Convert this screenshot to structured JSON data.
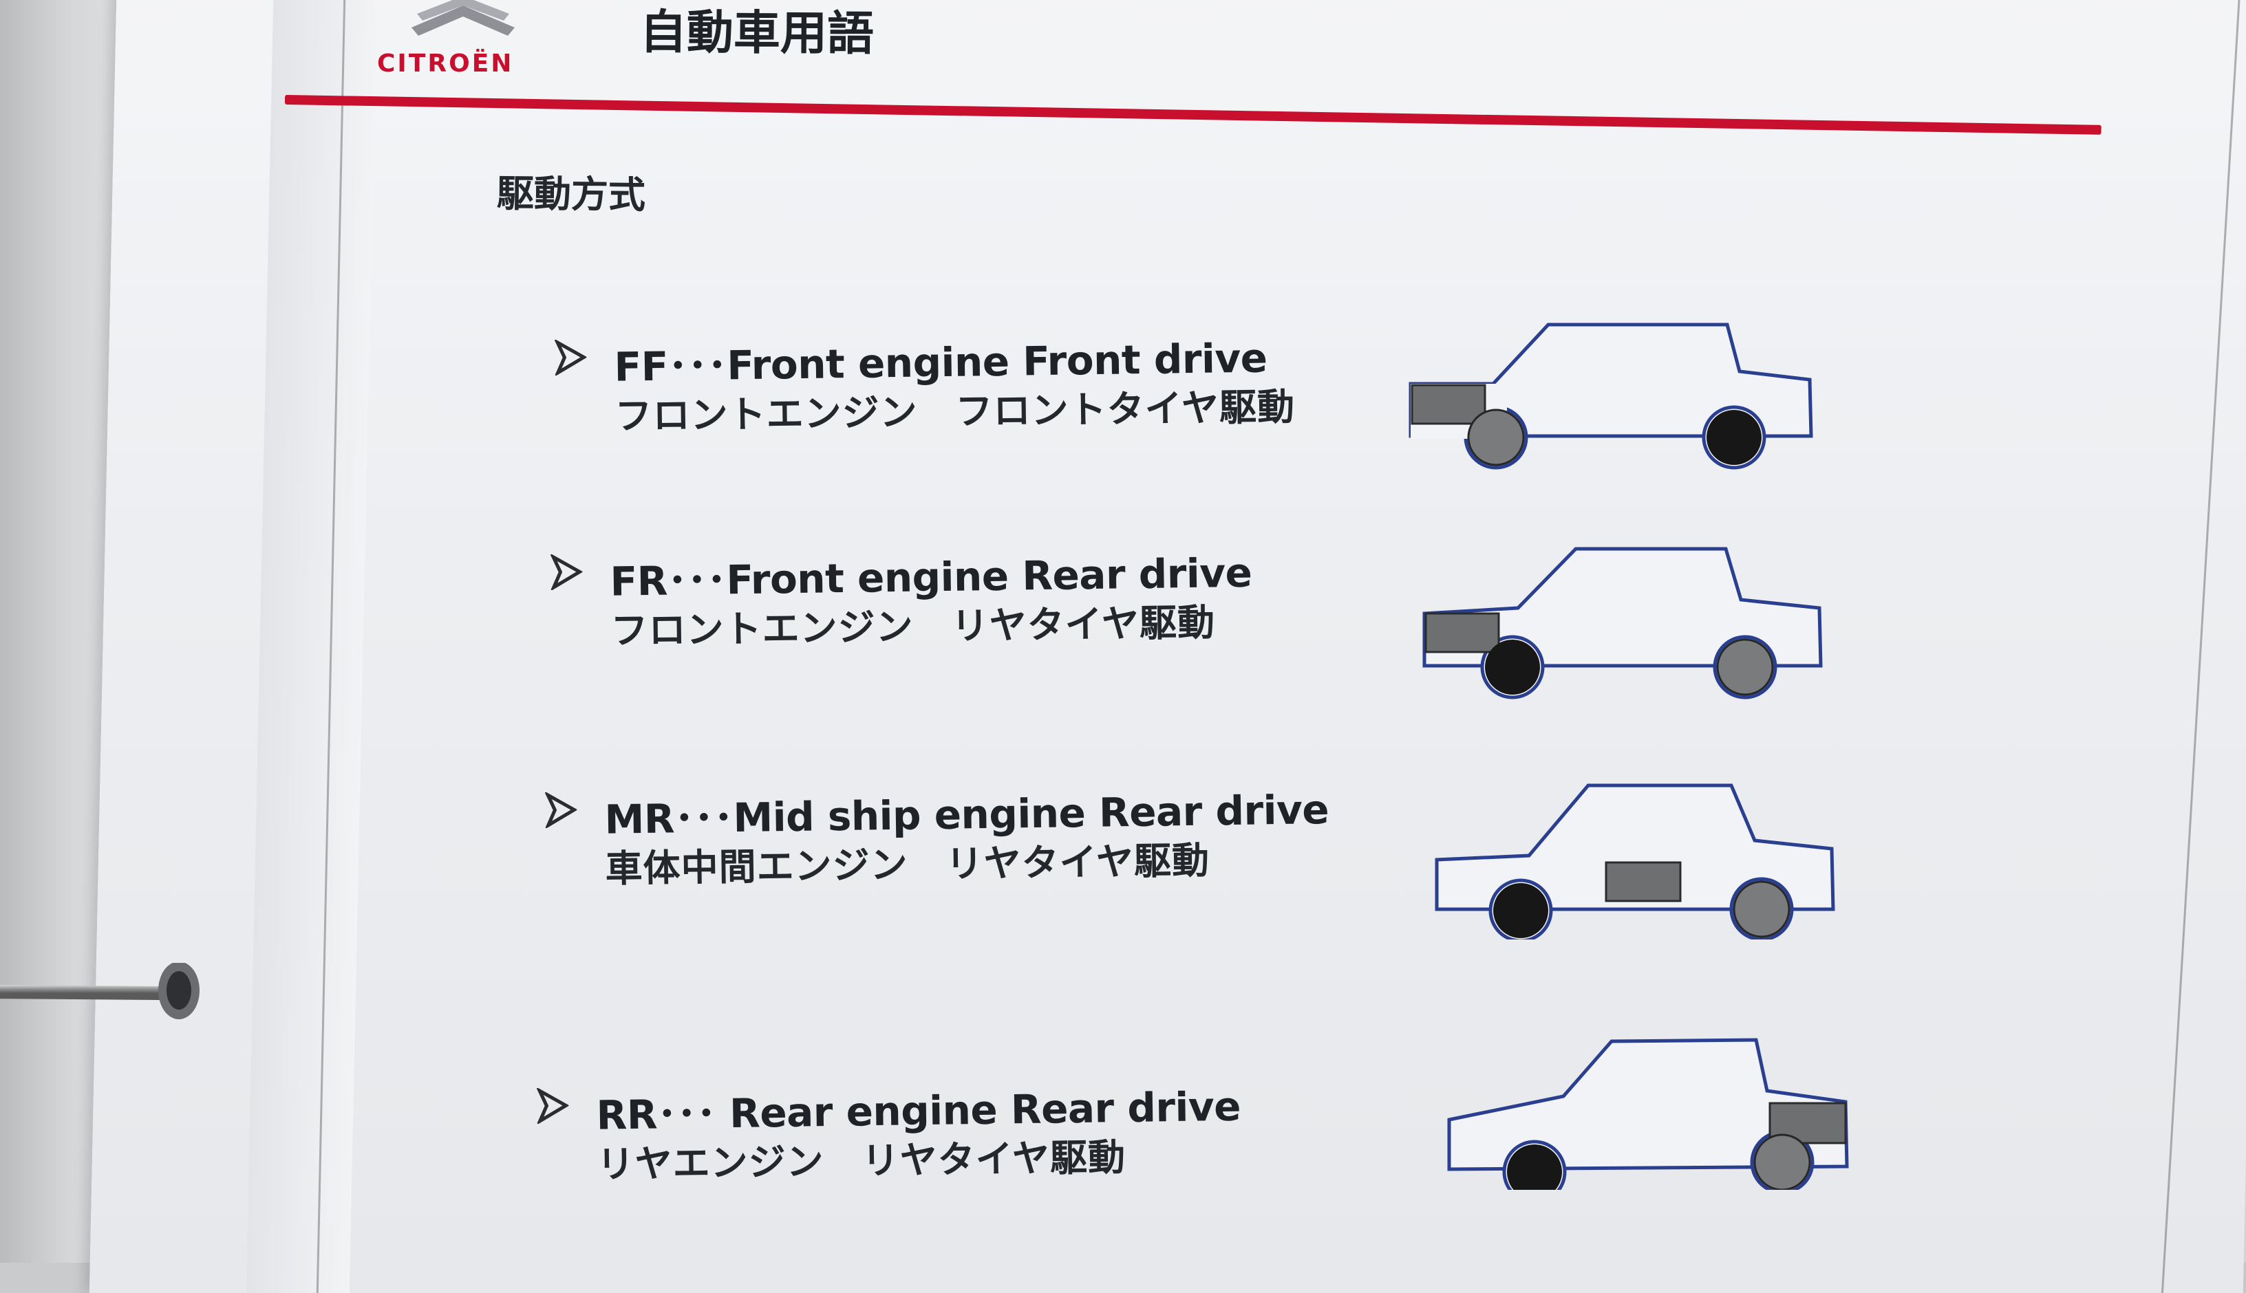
{
  "brand": {
    "logo_text": "CITROËN",
    "color": "#c8102e"
  },
  "header": {
    "title": "自動車用語"
  },
  "section": {
    "title": "駆動方式"
  },
  "items": [
    {
      "line1": "FF･･･Front engine Front drive",
      "line2": "フロントエンジン　フロントタイヤ駆動",
      "car_icon": "ff-car-icon"
    },
    {
      "line1": "FR･･･Front engine Rear drive",
      "line2": "フロントエンジン　リヤタイヤ駆動",
      "car_icon": "fr-car-icon"
    },
    {
      "line1": "MR･･･Mid ship engine Rear drive",
      "line2": "車体中間エンジン　リヤタイヤ駆動",
      "car_icon": "mr-car-icon"
    },
    {
      "line1": "RR･･･ Rear engine Rear drive",
      "line2": "リヤエンジン　リヤタイヤ駆動",
      "car_icon": "rr-car-icon"
    }
  ],
  "colors": {
    "car_outline": "#2a3f8f",
    "engine_block": "#6e6f71",
    "drive_wheel": "#171718",
    "free_wheel": "#7a7b7d"
  }
}
